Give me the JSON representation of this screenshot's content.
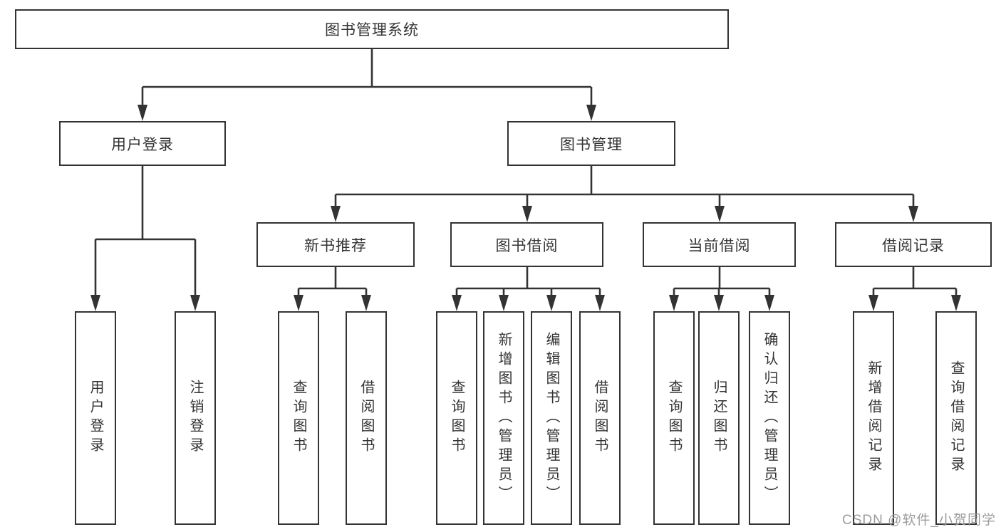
{
  "colors": {
    "line": "#333333",
    "text": "#333333",
    "box_bg": "#ffffff",
    "page_bg": "#ffffff",
    "watermark": "#9c9c9c"
  },
  "watermark": {
    "text": "CSDN @软件_小贺同学"
  },
  "tree": {
    "root": {
      "label": "图书管理系统",
      "children": [
        {
          "label": "用户登录",
          "children": [
            {
              "label": "用户登录"
            },
            {
              "label": "注销登录"
            }
          ]
        },
        {
          "label": "图书管理",
          "children": [
            {
              "label": "新书推荐",
              "children": [
                {
                  "label": "查询图书"
                },
                {
                  "label": "借阅图书"
                }
              ]
            },
            {
              "label": "图书借阅",
              "children": [
                {
                  "label": "查询图书"
                },
                {
                  "label": "新增图书（管理员）"
                },
                {
                  "label": "编辑图书（管理员）"
                },
                {
                  "label": "借阅图书"
                }
              ]
            },
            {
              "label": "当前借阅",
              "children": [
                {
                  "label": "查询图书"
                },
                {
                  "label": "归还图书"
                },
                {
                  "label": "确认归还（管理员）"
                }
              ]
            },
            {
              "label": "借阅记录",
              "children": [
                {
                  "label": "新增借阅记录"
                },
                {
                  "label": "查询借阅记录"
                }
              ]
            }
          ]
        }
      ]
    }
  }
}
